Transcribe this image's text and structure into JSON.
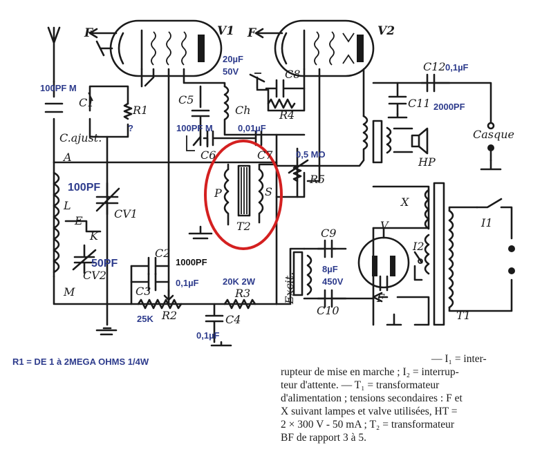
{
  "labels": {
    "v1": "V1",
    "v2": "V2",
    "f_v1": "F",
    "f_v2": "F",
    "f_valve": "F",
    "c1": "C1",
    "r1": "R1",
    "c_ajust": "C.ajust.",
    "a": "A",
    "l": "L",
    "cv1": "CV1",
    "e": "E",
    "k": "K",
    "cv2": "CV2",
    "m": "M",
    "c2": "C2",
    "c3": "C3",
    "r2": "R2",
    "c4": "C4",
    "r3": "R3",
    "c5": "C5",
    "ch": "Ch",
    "c6": "C6",
    "c7": "C7",
    "p": "P",
    "s": "S",
    "t2": "T2",
    "r5": "R5",
    "c8": "C8",
    "r4": "R4",
    "c12": "C12",
    "c11": "C11",
    "casque": "Casque",
    "hp": "HP",
    "x": "X",
    "v": "V",
    "i1": "I1",
    "i2": "I2",
    "t1": "T1",
    "c9": "C9",
    "c10": "C10",
    "excit": "Excit."
  },
  "annotations": {
    "c1_value": "100PF M",
    "r1_question": "?",
    "cv1_value": "100PF",
    "cv2_value": "50PF",
    "c5_value": "100PF M",
    "c7_value": "0,01µF",
    "r5_value": "0,5 MO",
    "c8_value_cap": "20µF",
    "c8_value_volt": "50V",
    "c12_value": "0,1µF",
    "c11_value": "2000PF",
    "c2_value": "1000PF",
    "c3_value": "0,1µF",
    "r3_value": "20K 2W",
    "r2_value": "25K",
    "c4_value": "0,1µF",
    "filter_cap": "8µF",
    "filter_volt": "450V",
    "r1_note": "R1 = DE 1 à 2MEGA OHMS 1/4W"
  },
  "caption": {
    "lines": [
      "— I₁ = inter-",
      "rupteur de mise en marche ; I₂ = interrup-",
      "teur d'attente. — T₁ = transformateur",
      "d'alimentation ; tensions secondaires : F et",
      "X suivant lampes et valve utilisées, HT =",
      "2 × 300 V - 50 mA ; T₂ = transformateur",
      "BF de rapport 3 à 5."
    ]
  },
  "colors": {
    "ink": "#1a1a1a",
    "annotation": "#2d3b8c",
    "highlight": "#d42020"
  }
}
